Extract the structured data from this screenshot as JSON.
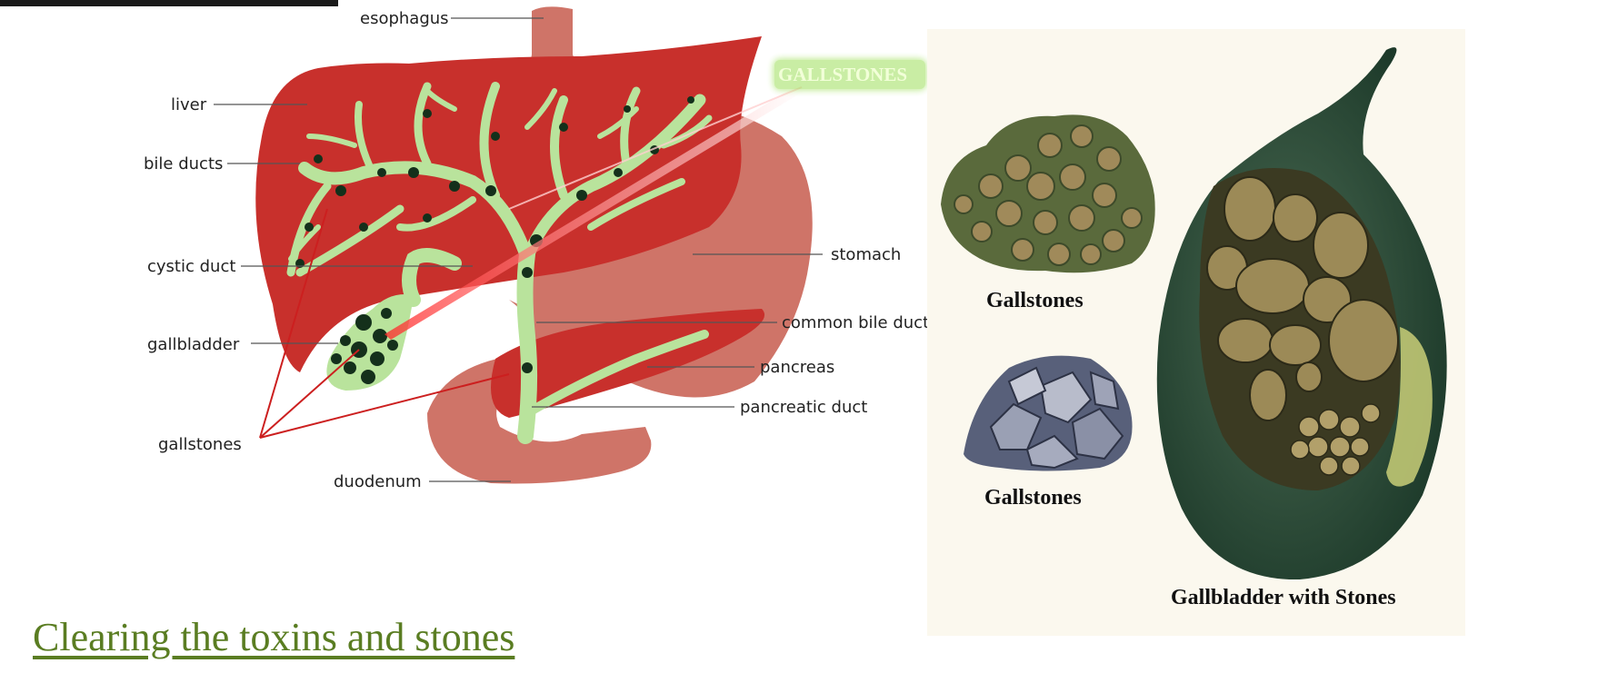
{
  "colors": {
    "liver": "#c8302c",
    "stomach": "#cf7468",
    "bile": "#b9e39c",
    "stone": "#14301b",
    "link": "#5a7d22",
    "callout_glow": "#9ee05a"
  },
  "diagram": {
    "callout": "GALLSTONES",
    "labels": {
      "esophagus": "esophagus",
      "liver": "liver",
      "bile_ducts": "bile ducts",
      "cystic_duct": "cystic duct",
      "gallbladder": "gallbladder",
      "gallstones": "gallstones",
      "duodenum": "duodenum",
      "stomach": "stomach",
      "common_bile_duct": "common bile duct",
      "pancreas": "pancreas",
      "pancreatic_duct": "pancreatic duct"
    }
  },
  "plate": {
    "captions": {
      "stones_top": "Gallstones",
      "stones_bottom": "Gallstones",
      "gallbladder": "Gallbladder with Stones"
    }
  },
  "link": {
    "text": "Clearing the toxins and stones"
  }
}
